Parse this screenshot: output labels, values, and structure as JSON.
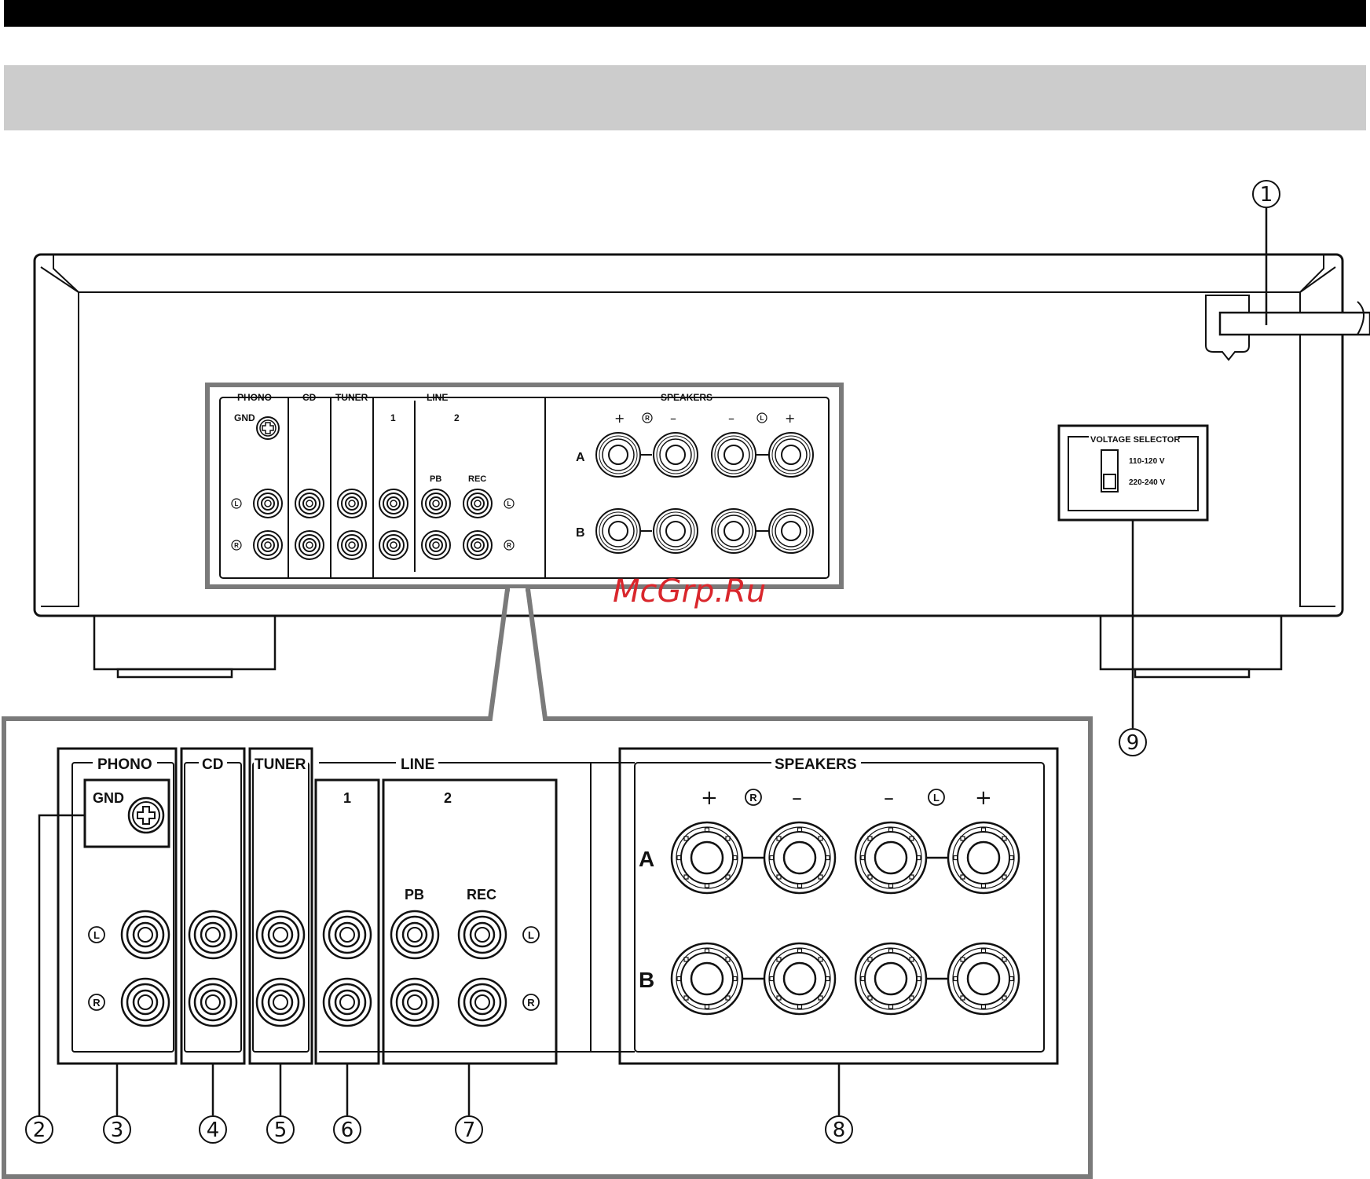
{
  "watermark": "McGrp.Ru",
  "callouts": [
    "1",
    "2",
    "3",
    "4",
    "5",
    "6",
    "7",
    "8",
    "9"
  ],
  "small_panel": {
    "phono": "PHONO",
    "gnd": "GND",
    "cd": "CD",
    "tuner": "TUNER",
    "line": "LINE",
    "line1": "1",
    "line2": "2",
    "pb": "PB",
    "rec": "REC",
    "speakers": "SPEAKERS",
    "row_a": "A",
    "row_b": "B",
    "plus": "+",
    "minus": "–",
    "ch_l": "L",
    "ch_r": "R"
  },
  "voltage_selector": {
    "title": "VOLTAGE SELECTOR",
    "opt1": "110-120 V",
    "opt2": "220-240 V"
  },
  "big_panel": {
    "phono": "PHONO",
    "gnd": "GND",
    "cd": "CD",
    "tuner": "TUNER",
    "line": "LINE",
    "line1": "1",
    "line2": "2",
    "pb": "PB",
    "rec": "REC",
    "speakers": "SPEAKERS",
    "row_a": "A",
    "row_b": "B",
    "plus": "+",
    "minus": "–",
    "ch_l": "L",
    "ch_r": "R"
  },
  "icons": [
    "gnd-screw-icon",
    "rca-jack-icon",
    "speaker-terminal-icon",
    "power-cord-icon",
    "voltage-switch-icon"
  ],
  "colors": {
    "frame": "#111111",
    "grey_frame": "#7a7a7a",
    "band": "#cccccc",
    "watermark": "#d9262c"
  }
}
